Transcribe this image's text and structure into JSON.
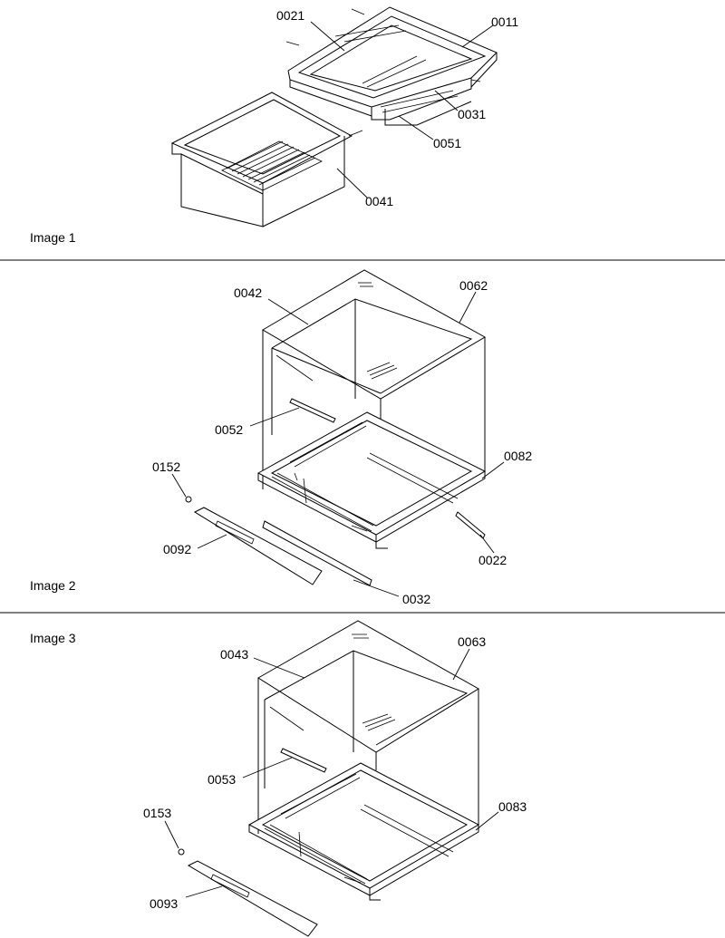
{
  "sections": [
    {
      "title": "Image 1",
      "callouts": [
        "0021",
        "0011",
        "0031",
        "0051",
        "0041"
      ]
    },
    {
      "title": "Image 2",
      "callouts": [
        "0042",
        "0062",
        "0052",
        "0152",
        "0082",
        "0092",
        "0022",
        "0032"
      ]
    },
    {
      "title": "Image 3",
      "callouts": [
        "0043",
        "0063",
        "0053",
        "0153",
        "0083",
        "0093"
      ]
    }
  ]
}
